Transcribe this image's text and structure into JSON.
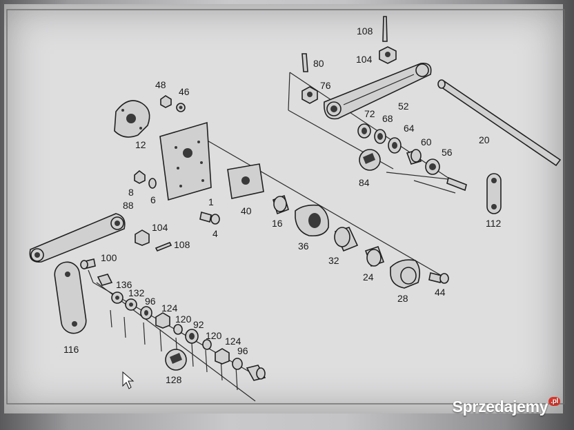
{
  "watermark": {
    "text": "Sprzedajemy",
    "suffix": ".pl"
  },
  "diagram": {
    "labels": {
      "p108_top": "108",
      "p104_top": "104",
      "p80": "80",
      "p76": "76",
      "p52": "52",
      "p72": "72",
      "p68": "68",
      "p64": "64",
      "p60": "60",
      "p56": "56",
      "p20": "20",
      "p84": "84",
      "p112": "112",
      "p48": "48",
      "p46": "46",
      "p12": "12",
      "p8": "8",
      "p6": "6",
      "p88": "88",
      "p1": "1",
      "p4": "4",
      "p40": "40",
      "p16": "16",
      "p36": "36",
      "p32": "32",
      "p24": "24",
      "p28": "28",
      "p44": "44",
      "p104_left": "104",
      "p108_left": "108",
      "p100": "100",
      "p136": "136",
      "p132": "132",
      "p96_a": "96",
      "p124_a": "124",
      "p120_a": "120",
      "p92": "92",
      "p120_b": "120",
      "p124_b": "124",
      "p96_b": "96",
      "p116": "116",
      "p128": "128"
    }
  }
}
